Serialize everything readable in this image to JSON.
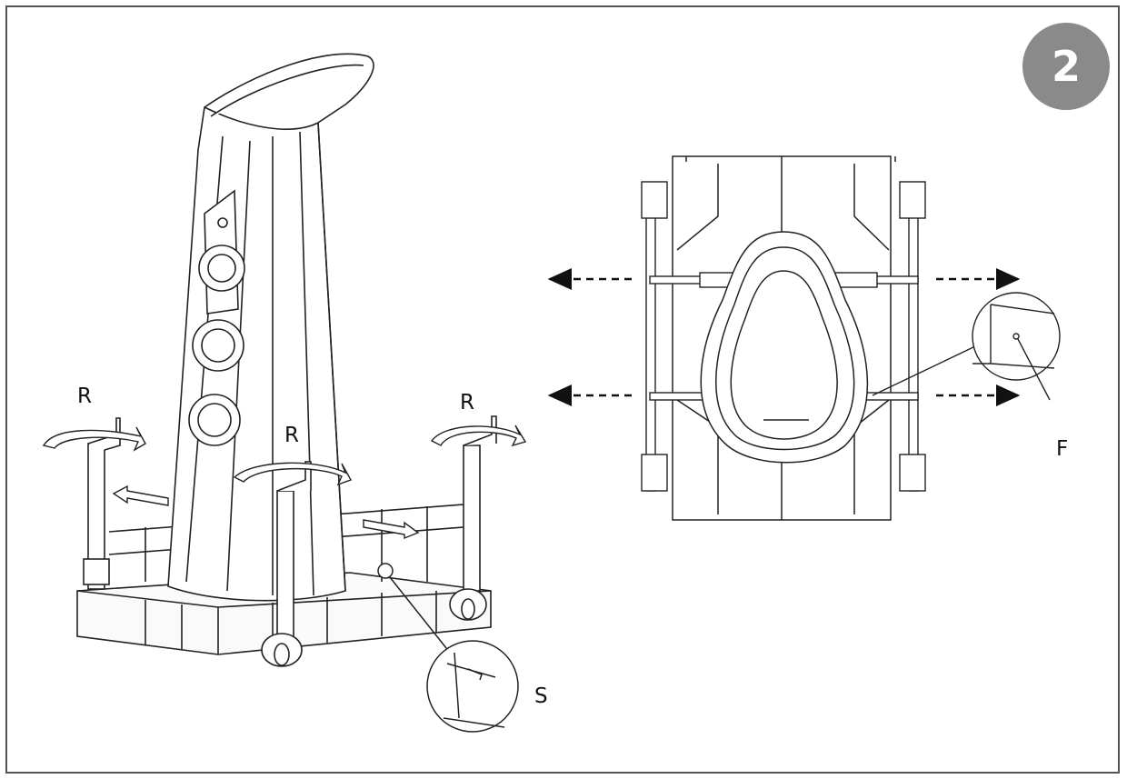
{
  "step_number": "2",
  "labels": {
    "rotate_left": "R",
    "rotate_center": "R",
    "rotate_right": "R",
    "screw": "S",
    "fastener": "F"
  },
  "colors": {
    "badge": "#8a8a8a",
    "line": "#1a1a1a",
    "frame": "#555555"
  }
}
